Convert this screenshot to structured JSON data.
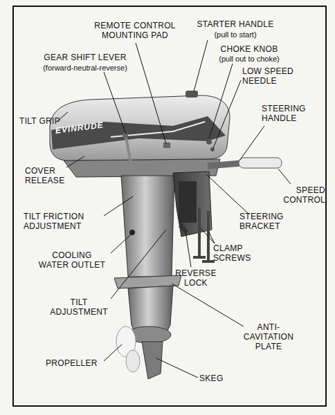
{
  "diagram": {
    "labels": [
      "REMOTE CONTROL MOUNTING PAD",
      "STARTER HANDLE",
      "(pull to start)",
      "GEAR SHIFT LEVER",
      "(forward-neutral-reverse)",
      "CHOKE KNOB",
      "(pull out to choke)",
      "LOW SPEED NEEDLE",
      "STEERING HANDLE",
      "TILT GRIP",
      "EVINRUDE",
      "COVER RELEASE",
      "SPEED CONTROL",
      "TILT FRICTION ADJUSTMENT",
      "STEERING BRACKET",
      "CLAMP SCREWS",
      "COOLING WATER OUTLET",
      "REVERSE LOCK",
      "TILT ADJUSTMENT",
      "ANTI-CAVITATION PLATE",
      "PROPELLER",
      "SKEG"
    ]
  }
}
